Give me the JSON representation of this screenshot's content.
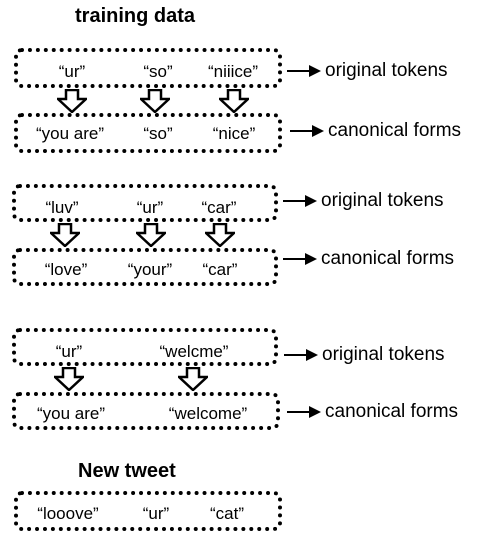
{
  "training_title": "training data",
  "new_tweet_title": "New tweet",
  "groups": [
    {
      "original": [
        "“ur”",
        "“so”",
        "“niiice”"
      ],
      "canonical": [
        "“you are”",
        "“so”",
        "“nice”"
      ],
      "original_label": "original tokens",
      "canonical_label": "canonical forms"
    },
    {
      "original": [
        "“luv”",
        "“ur”",
        "“car”"
      ],
      "canonical": [
        "“love”",
        "“your”",
        "“car”"
      ],
      "original_label": "original tokens",
      "canonical_label": "canonical forms"
    },
    {
      "original": [
        "“ur”",
        "“welcme”"
      ],
      "canonical": [
        "“you are”",
        "“welcome”"
      ],
      "original_label": "original tokens",
      "canonical_label": "canonical forms"
    }
  ],
  "new_tweet": [
    "“looove”",
    "“ur”",
    "“cat”"
  ]
}
